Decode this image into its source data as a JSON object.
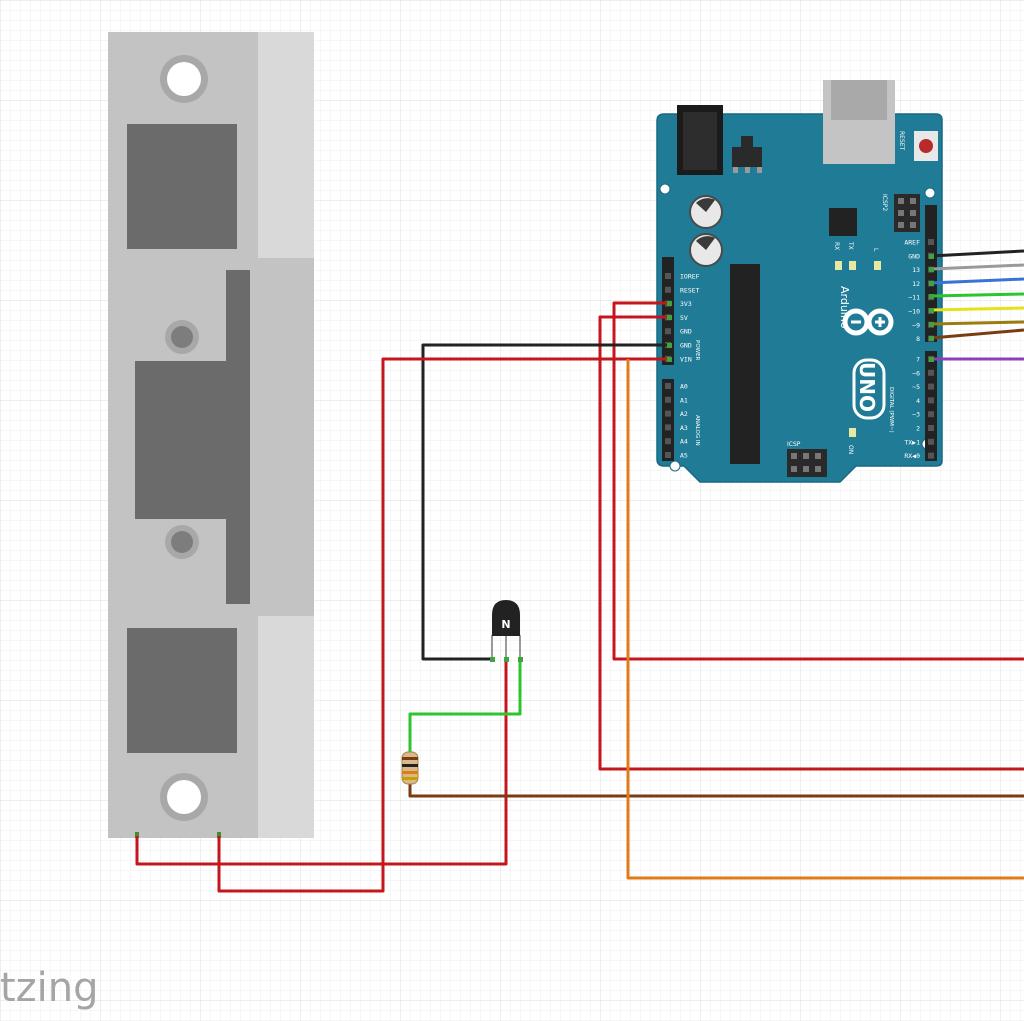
{
  "watermark": "tzing",
  "colors": {
    "board": "#1f7b96",
    "board_edge": "#176a82",
    "strike_body": "#c3c3c3",
    "strike_dark": "#6b6b6b",
    "wire_red": "#c4161c",
    "wire_black": "#222222",
    "wire_green": "#2ec42e",
    "wire_brown": "#7a3d12",
    "wire_orange": "#e07b1a",
    "wire_gray": "#9a9a9a",
    "wire_blue": "#3a72d8",
    "wire_yellow": "#e8e01a",
    "wire_purple": "#8e3fb5",
    "wire_olive": "#9a7d10"
  },
  "arduino": {
    "brand": "Arduino",
    "model": "UNO",
    "reset_label": "RESET",
    "icsp_label": "ICSP",
    "icsp2_label": "ICSP2",
    "tx_label": "TX",
    "rx_label": "RX",
    "l_label": "L",
    "on_label": "ON",
    "power_label": "POWER",
    "analog_label": "ANALOG IN",
    "digital_label": "DIGITAL (PWM~)",
    "power_pins": [
      "IOREF",
      "RESET",
      "3V3",
      "5V",
      "GND",
      "GND",
      "VIN"
    ],
    "analog_pins": [
      "A0",
      "A1",
      "A2",
      "A3",
      "A4",
      "A5"
    ],
    "digital_top_pins": [
      "AREF",
      "GND",
      "13",
      "12",
      "~11",
      "~10",
      "~9",
      "8"
    ],
    "digital_bottom_pins": [
      "7",
      "~6",
      "~5",
      "4",
      "~3",
      "2",
      "TX▶1",
      "RX◀0"
    ]
  },
  "transistor": {
    "label": "N"
  }
}
